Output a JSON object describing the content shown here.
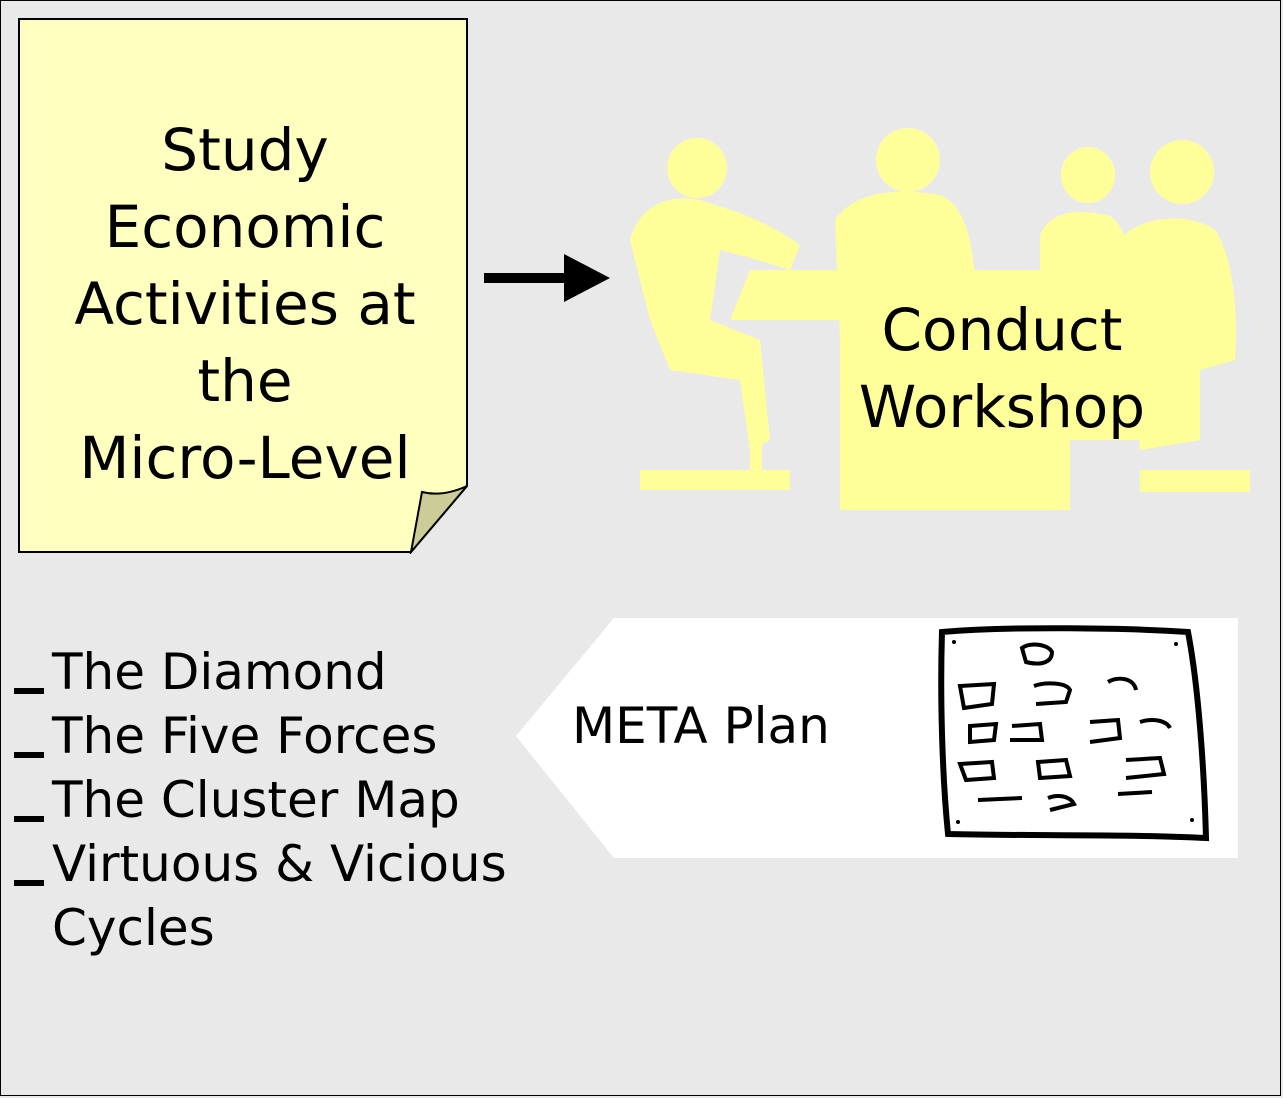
{
  "note": {
    "lines": [
      "Study",
      "Economic",
      "Activities at",
      "the",
      "Micro-Level"
    ],
    "fill": "#ffffc0"
  },
  "workshop": {
    "lines": [
      "Conduct",
      "Workshop"
    ],
    "silhouette_color": "#ffff99"
  },
  "meta": {
    "label": "META Plan"
  },
  "tools": {
    "items": [
      "The Diamond",
      "The Five Forces",
      "The Cluster Map",
      "Virtuous & Vicious",
      "Cycles"
    ]
  },
  "colors": {
    "background": "#e9e9e9",
    "note_fold": "#cccc99",
    "arrow": "#000000"
  }
}
